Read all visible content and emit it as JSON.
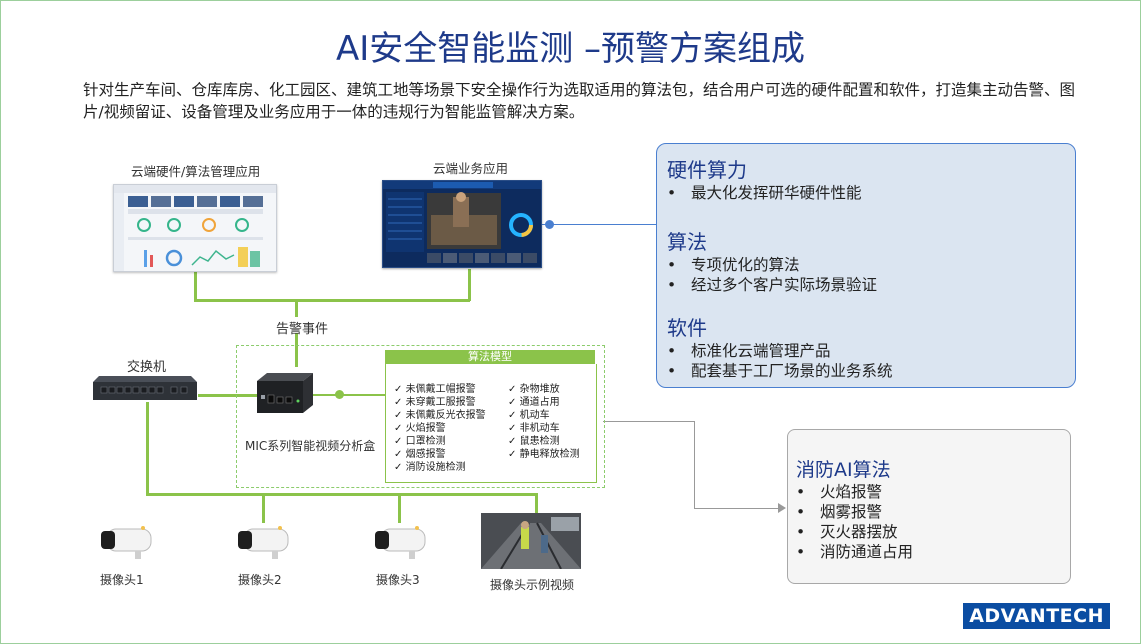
{
  "title": "AI安全智能监测 –预警方案组成",
  "intro": "针对生产车间、仓库库房、化工园区、建筑工地等场景下安全操作行为选取适用的算法包，结合用户可选的硬件配置和软件，打造集主动告警、图片/视频留证、设备管理及业务应用于一体的违规行为智能监管解决方案。",
  "diagram": {
    "cloud_hw_label": "云端硬件/算法管理应用",
    "cloud_biz_label": "云端业务应用",
    "alarm_event_label": "告警事件",
    "switch_label": "交换机",
    "mic_label": "MIC系列智能视频分析盒",
    "algo_model_title": "算法模型",
    "algo_left": [
      "未佩戴工帽报警",
      "未穿戴工服报警",
      "未佩戴反光衣报警",
      "火焰报警",
      "口罩检测",
      "烟感报警",
      "消防设施检测"
    ],
    "algo_right": [
      "杂物堆放",
      "通道占用",
      "机动车",
      "非机动车",
      "鼠患检测",
      "静电释放检测"
    ],
    "cameras": [
      "摄像头1",
      "摄像头2",
      "摄像头3",
      "摄像头示例视频"
    ]
  },
  "panel_hw": {
    "sections": [
      {
        "title": "硬件算力",
        "items": [
          "最大化发挥研华硬件性能"
        ]
      },
      {
        "title": "算法",
        "items": [
          "专项优化的算法",
          "经过多个客户实际场景验证"
        ]
      },
      {
        "title": "软件",
        "items": [
          "标准化云端管理产品",
          "配套基于工厂场景的业务系统"
        ]
      }
    ]
  },
  "panel_fire": {
    "title": "消防AI算法",
    "items": [
      "火焰报警",
      "烟雾报警",
      "灭火器摆放",
      "消防通道占用"
    ]
  },
  "brand": "ADVANTECH",
  "colors": {
    "title": "#1e3a8a",
    "green": "#8bc34a",
    "panel_blue": "#4a7fd0",
    "panel_fill": "#dbe5f1"
  }
}
